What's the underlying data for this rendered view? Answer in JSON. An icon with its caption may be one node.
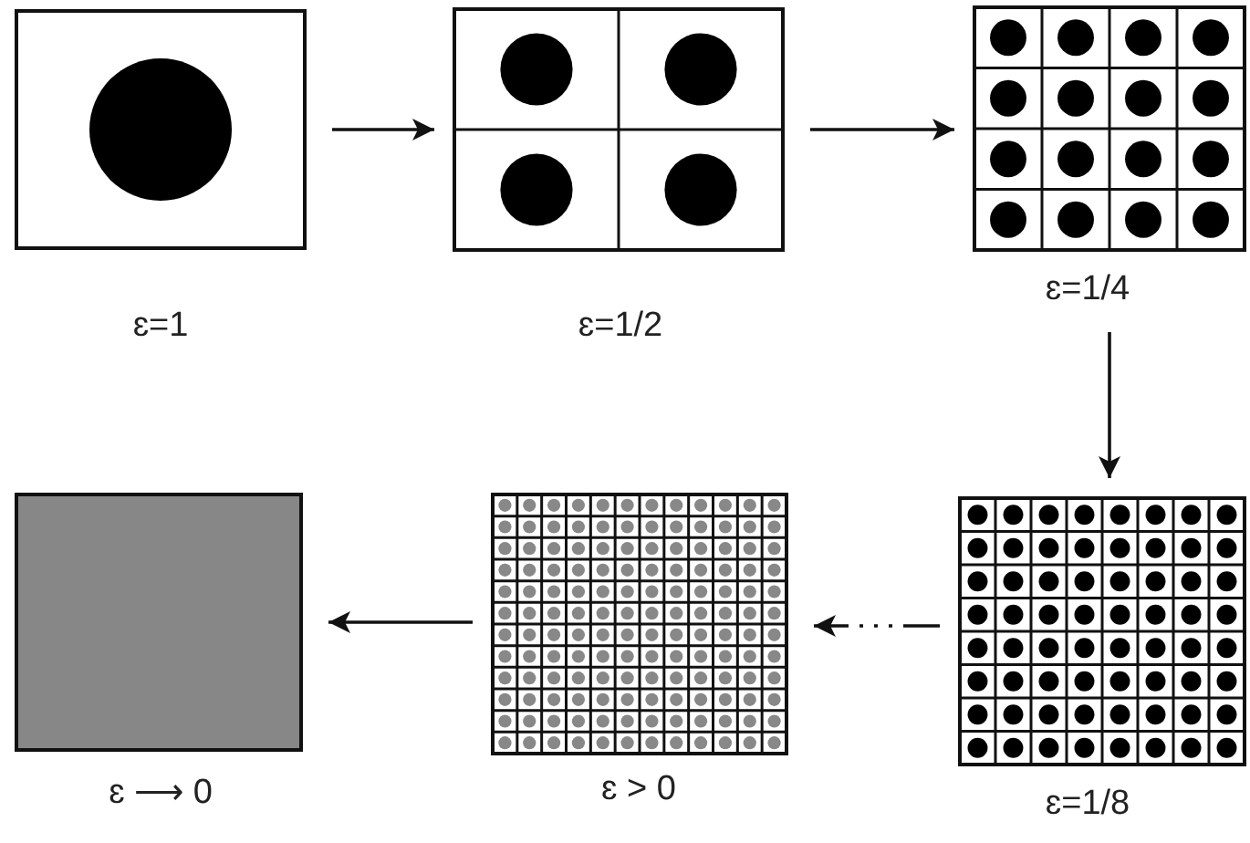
{
  "diagram": {
    "nodes": [
      {
        "text": [],
        "shape": "box",
        "beside": [
          "ɛ=1"
        ]
      },
      {
        "text": [],
        "shape": "box",
        "beside": [
          "ɛ=1/2"
        ]
      },
      {
        "text": [],
        "shape": "box",
        "beside": [
          "ɛ=1/4"
        ]
      },
      {
        "text": [],
        "shape": "box",
        "beside": [
          "ɛ=1/8"
        ]
      },
      {
        "text": [],
        "shape": "box",
        "beside": [
          "ɛ > 0"
        ]
      },
      {
        "text": [],
        "shape": "box",
        "beside": [
          "ɛ ⟶ 0"
        ]
      }
    ],
    "edges": [
      {
        "from": 0,
        "to": 1,
        "arrow": "to"
      },
      {
        "from": 1,
        "to": 2,
        "arrow": "to"
      },
      {
        "from": 2,
        "to": 3,
        "arrow": "to"
      },
      {
        "from": 3,
        "to": 4,
        "arrow": "to",
        "style": "dashed"
      },
      {
        "from": 4,
        "to": 5,
        "arrow": "to"
      }
    ]
  }
}
